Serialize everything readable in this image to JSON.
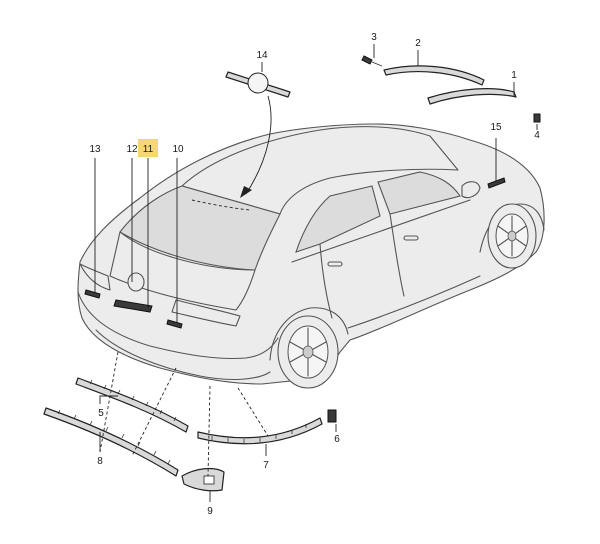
{
  "callouts": [
    {
      "label": "1",
      "highlighted": false
    },
    {
      "label": "2",
      "highlighted": false
    },
    {
      "label": "3",
      "highlighted": false
    },
    {
      "label": "4",
      "highlighted": false
    },
    {
      "label": "5",
      "highlighted": false
    },
    {
      "label": "6",
      "highlighted": false
    },
    {
      "label": "7",
      "highlighted": false
    },
    {
      "label": "8",
      "highlighted": false
    },
    {
      "label": "9",
      "highlighted": false
    },
    {
      "label": "10",
      "highlighted": false
    },
    {
      "label": "11",
      "highlighted": true
    },
    {
      "label": "12",
      "highlighted": false
    },
    {
      "label": "13",
      "highlighted": false
    },
    {
      "label": "14",
      "highlighted": false
    },
    {
      "label": "15",
      "highlighted": false
    }
  ],
  "colors": {
    "highlight": "#f7d775",
    "body_fill": "#ececec",
    "line": "#555555",
    "part_fill": "#d9d9d9",
    "part_dark": "#3a3a3a"
  }
}
